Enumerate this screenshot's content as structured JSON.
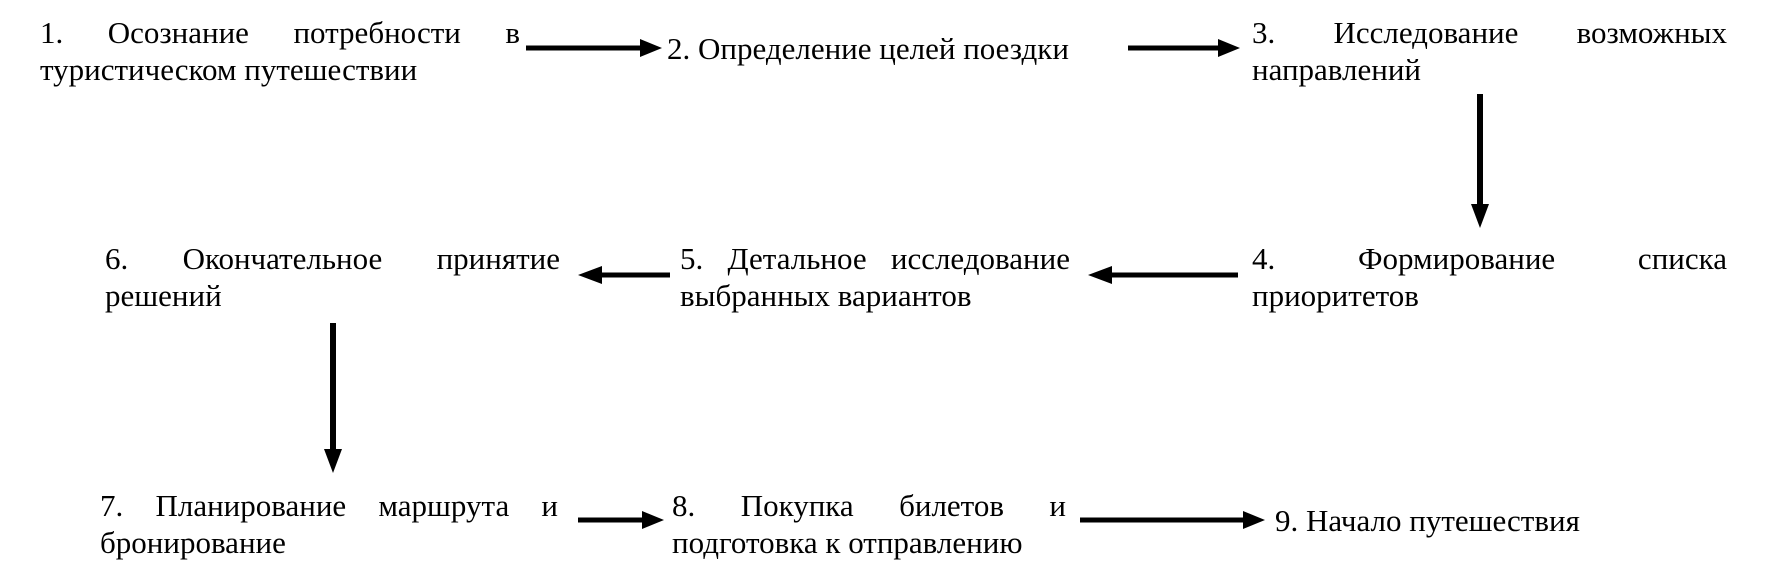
{
  "flowchart": {
    "type": "process-flow",
    "language": "ru",
    "colors": {
      "text": "#000000",
      "arrow": "#000000",
      "background": "#ffffff"
    },
    "steps": [
      {
        "number": "1",
        "text": "1. Осознание потребности в туристическом путешествии",
        "lines": [
          "1. Осознание потребности в",
          "туристическом путешествии"
        ]
      },
      {
        "number": "2",
        "text": "2. Определение целей поездки",
        "lines": [
          "2. Определение целей поездки"
        ]
      },
      {
        "number": "3",
        "text": "3. Исследование возможных направлений",
        "lines": [
          "3. Исследование возможных",
          "направлений"
        ]
      },
      {
        "number": "4",
        "text": "4. Формирование списка приоритетов",
        "lines": [
          "4. Формирование списка",
          "приоритетов"
        ]
      },
      {
        "number": "5",
        "text": "5. Детальное исследование выбранных вариантов",
        "lines": [
          "5. Детальное исследование",
          "выбранных вариантов"
        ]
      },
      {
        "number": "6",
        "text": "6. Окончательное принятие решений",
        "lines": [
          "6. Окончательное принятие",
          "решений"
        ]
      },
      {
        "number": "7",
        "text": "7. Планирование маршрута и бронирование",
        "lines": [
          "7. Планирование маршрута и",
          "бронирование"
        ]
      },
      {
        "number": "8",
        "text": "8. Покупка билетов и подготовка к отправлению",
        "lines": [
          "8. Покупка билетов и",
          "подготовка к отправлению"
        ]
      },
      {
        "number": "9",
        "text": "9. Начало путешествия",
        "lines": [
          "9. Начало путешествия"
        ]
      }
    ],
    "connections": [
      {
        "from": "1",
        "to": "2",
        "direction": "right"
      },
      {
        "from": "2",
        "to": "3",
        "direction": "right"
      },
      {
        "from": "3",
        "to": "4",
        "direction": "down"
      },
      {
        "from": "4",
        "to": "5",
        "direction": "left"
      },
      {
        "from": "5",
        "to": "6",
        "direction": "left"
      },
      {
        "from": "6",
        "to": "7",
        "direction": "down"
      },
      {
        "from": "7",
        "to": "8",
        "direction": "right"
      },
      {
        "from": "8",
        "to": "9",
        "direction": "right"
      }
    ]
  }
}
